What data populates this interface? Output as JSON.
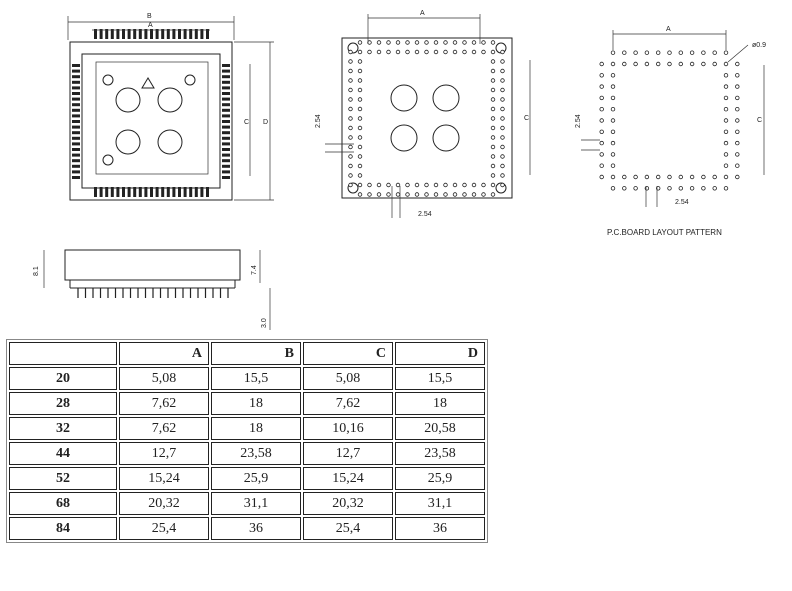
{
  "labels": {
    "a": "A",
    "b": "B",
    "c": "C",
    "d": "D",
    "pitch": "2.54",
    "hole": "ø0.9",
    "pcb_title": "P.C.BOARD LAYOUT PATTERN",
    "h1": "8.1",
    "h2": "7.4",
    "h3": "3.0"
  },
  "table": {
    "headers": [
      "",
      "A",
      "B",
      "C",
      "D"
    ],
    "rows": [
      [
        "20",
        "5,08",
        "15,5",
        "5,08",
        "15,5"
      ],
      [
        "28",
        "7,62",
        "18",
        "7,62",
        "18"
      ],
      [
        "32",
        "7,62",
        "18",
        "10,16",
        "20,58"
      ],
      [
        "44",
        "12,7",
        "23,58",
        "12,7",
        "23,58"
      ],
      [
        "52",
        "15,24",
        "25,9",
        "15,24",
        "25,9"
      ],
      [
        "68",
        "20,32",
        "31,1",
        "20,32",
        "31,1"
      ],
      [
        "84",
        "25,4",
        "36",
        "25,4",
        "36"
      ]
    ]
  }
}
